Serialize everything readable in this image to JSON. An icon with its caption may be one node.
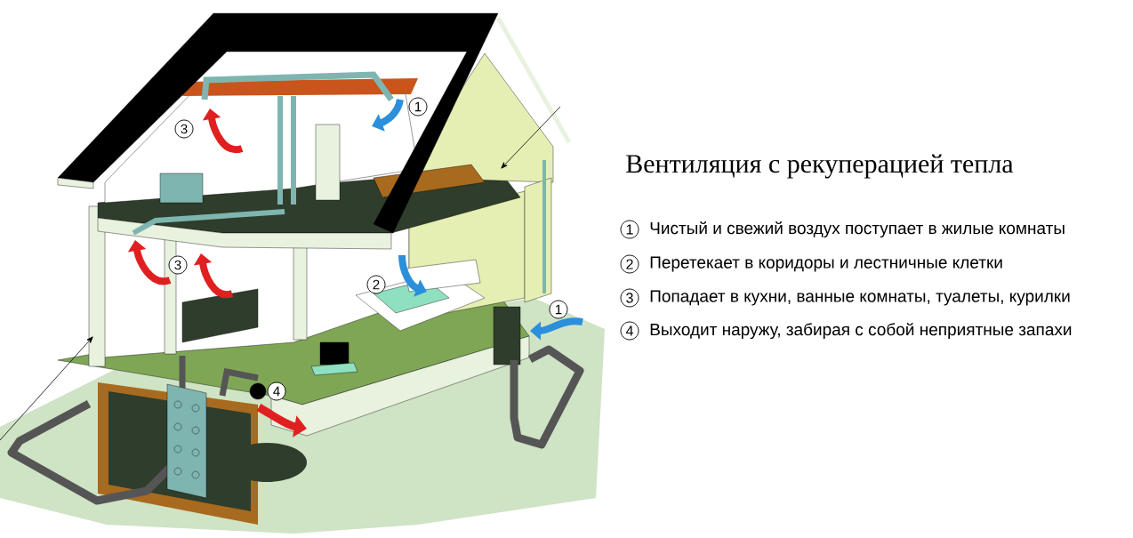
{
  "diagram": {
    "title": "Вентиляция с рекуперацией тепла",
    "labels": [
      "1",
      "3",
      "3",
      "2",
      "1",
      "4",
      "1",
      "Чистый и свежий воздух поступает в жилые комнаты",
      "2",
      "Перетекает в коридоры и лестничные клетки",
      "3",
      "Попадает в кухни, ванные комнаты, туалеты, курилки",
      "4",
      "Выходит наружу, забирая с собой неприятные запахи"
    ]
  }
}
